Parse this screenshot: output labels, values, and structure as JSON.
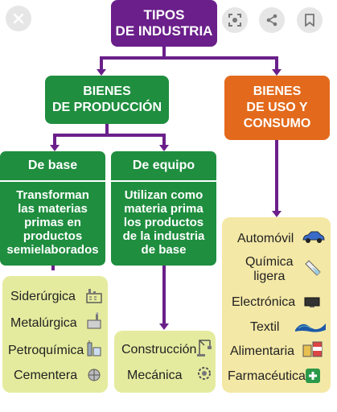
{
  "overlay": {
    "close_icon": "close-icon",
    "lens_icon": "lens-icon",
    "share_icon": "share-icon",
    "bookmark_icon": "bookmark-icon"
  },
  "diagram": {
    "title": "TIPOS\nDE INDUSTRIA",
    "production": "BIENES\nDE PRODUCCIÓN",
    "consumption": "BIENES\nDE USO Y\nCONSUMO",
    "base_head": "De base",
    "base_body": "Transforman\nlas materias\nprimas en\nproductos\nsemielaborados",
    "equipo_head": "De equipo",
    "equipo_body": "Utilizan como\nmateria prima\nlos productos\nde la industria\nde base",
    "base_items": [
      "Siderúrgica",
      "Metalúrgica",
      "Petroquímica",
      "Cementera"
    ],
    "equipo_items": [
      "Construcción",
      "Mecánica"
    ],
    "consumo_items": [
      "Automóvil",
      "Química\nligera",
      "Electrónica",
      "Textil",
      "Alimentaria",
      "Farmacéutica"
    ]
  },
  "colors": {
    "purple": "#6a1f8a",
    "green": "#1f8e3f",
    "orange": "#e36a1c",
    "light_green": "#e5eb9e",
    "light_yellow": "#f4e8a6"
  }
}
